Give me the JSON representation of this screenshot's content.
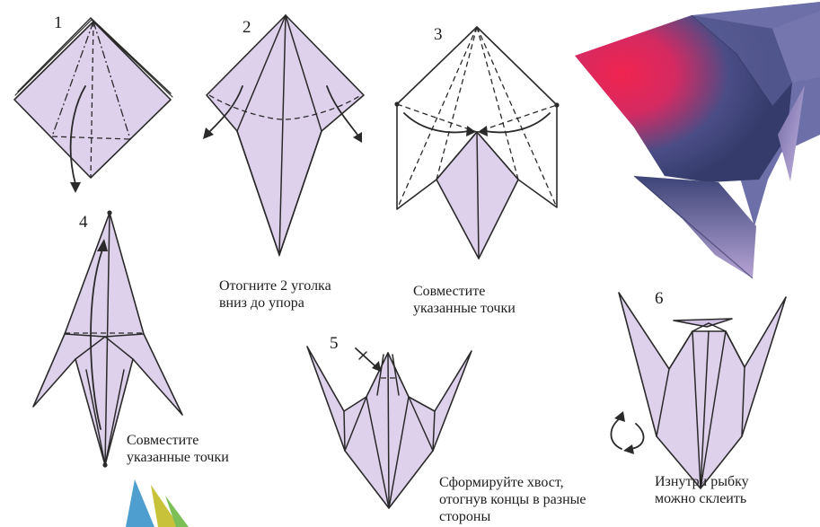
{
  "steps": [
    {
      "number": "1"
    },
    {
      "number": "2",
      "caption": [
        "Отогните 2 уголка",
        "вниз до упора"
      ]
    },
    {
      "number": "3",
      "caption": [
        "Совместите",
        "указанные точки"
      ]
    },
    {
      "number": "4",
      "caption": [
        "Совместите",
        "указанные точки"
      ]
    },
    {
      "number": "5",
      "caption": [
        "Сформируйте хвост,",
        "отогнув концы в разные",
        "стороны"
      ]
    },
    {
      "number": "6",
      "caption": [
        "Изнутри рыбку",
        "можно склеить"
      ]
    }
  ],
  "colors": {
    "paper": "#ddd1ec",
    "paper_shade": "#d2c3e6",
    "line": "#2a2a2a",
    "photo_pink": "#e8265a",
    "photo_navy": "#3a4275",
    "photo_lilac": "#b9a6d6"
  }
}
